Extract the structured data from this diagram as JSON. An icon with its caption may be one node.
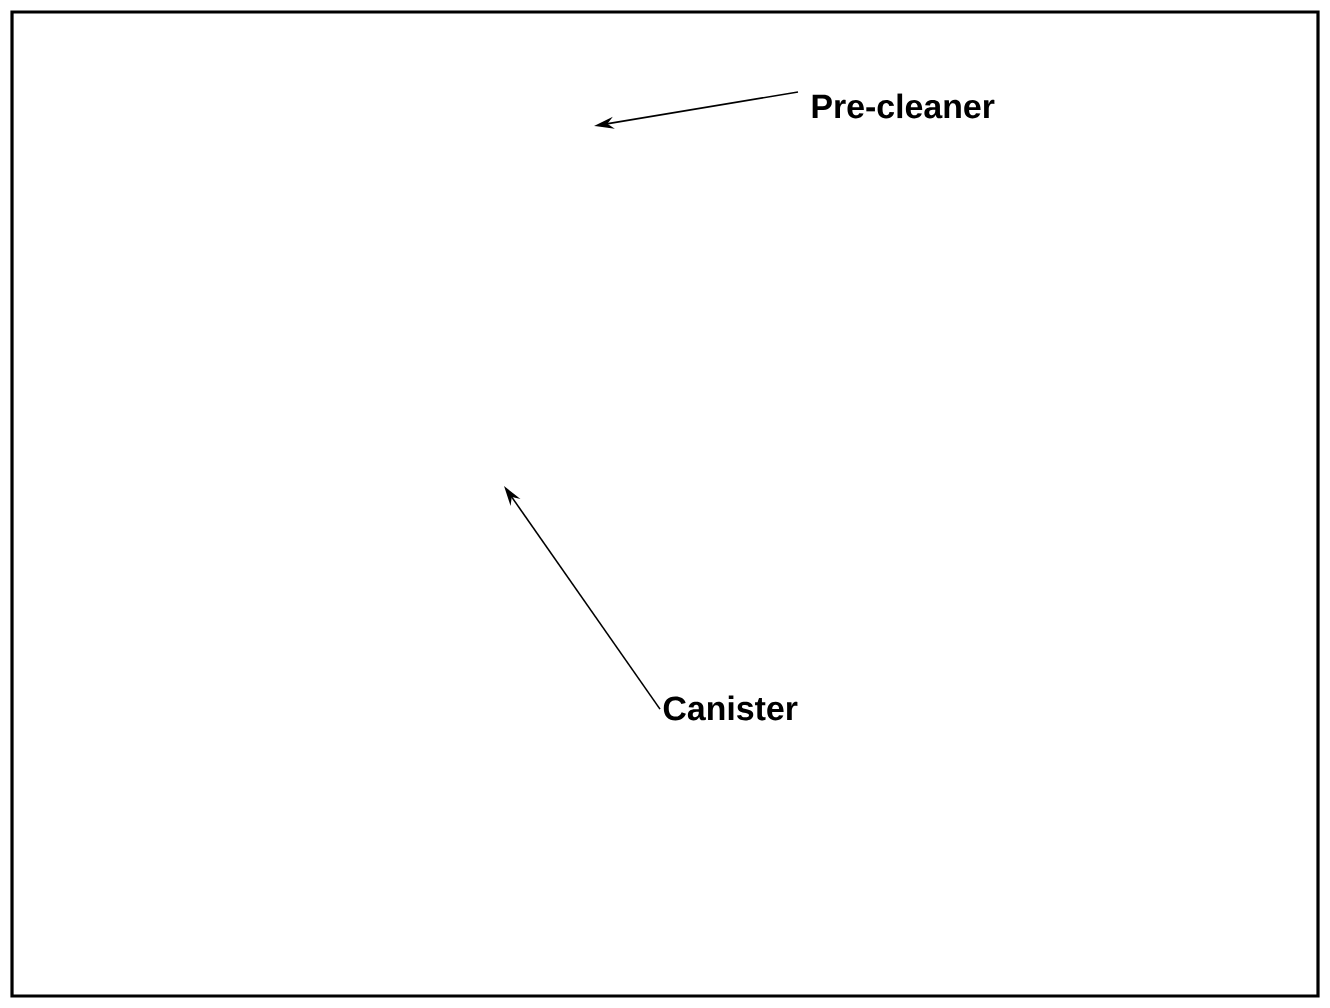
{
  "diagram": {
    "nodes": [
      {
        "text": [
          "Pre-cleaner"
        ]
      },
      {
        "text": [
          "Canister"
        ]
      }
    ],
    "edges": [
      {
        "from": 0,
        "to": null,
        "arrow": "to"
      },
      {
        "from": 1,
        "to": null,
        "arrow": "to"
      }
    ]
  }
}
